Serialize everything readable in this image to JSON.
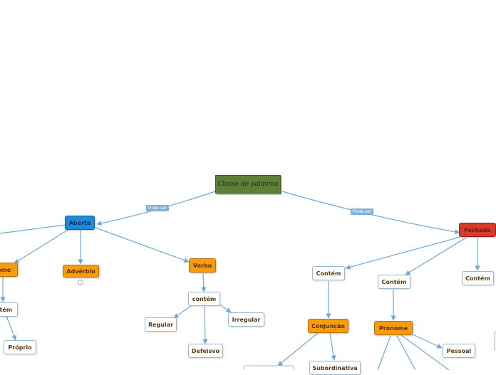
{
  "root": {
    "label": "Classe de palavras"
  },
  "edge_labels": {
    "left": "Pode ser",
    "right": "Pode ser"
  },
  "nodes": {
    "aberta": "Aberta",
    "fechada": "Fechada",
    "nome": "ome",
    "adverbio": "Advérbio",
    "verbo": "Verbo",
    "contem_left": "ntém",
    "proprio": "Próprio",
    "contem_verbo": "contém",
    "regular": "Regular",
    "irregular": "Irregular",
    "defeisvo": "Defeisvo",
    "contem_c1": "Contém",
    "contem_c2": "Contém",
    "contem_c3": "Contém",
    "conjuncao": "Conjunção",
    "subordinativa": "Subordinativa",
    "pronome": "Pronome",
    "pessoal": "Pessoal"
  },
  "icons": {
    "adverbio_info": "info-icon"
  },
  "colors": {
    "edge": "#6fa8d6",
    "open_category": "#1e8ad8",
    "closed_category": "#d63a2c",
    "word_class": "#f79b0f",
    "root": "#5e7f3a"
  }
}
